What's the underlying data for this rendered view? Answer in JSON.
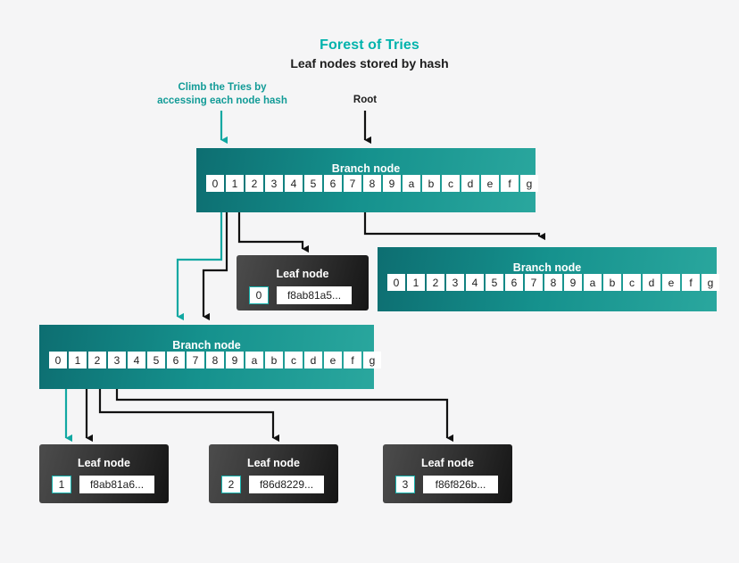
{
  "header": {
    "title": "Forest of Tries",
    "subtitle": "Leaf nodes stored by hash",
    "title_color": "#00b3ac"
  },
  "annotations": [
    {
      "id": "climb",
      "text": "Climb the Tries by\naccessing each node hash",
      "color": "#129b97"
    },
    {
      "id": "root",
      "text": "Root",
      "color": "#1d1d1d"
    }
  ],
  "palette": {
    "background": "#f5f5f6",
    "branch_teal_dark": "#0d6e71",
    "branch_teal_light": "#2aa79e",
    "leaf_dark": "#151515",
    "accent_teal": "#18b3ae",
    "wire_black": "#111111"
  },
  "branch_nodes": [
    {
      "id": "root-branch",
      "label": "Branch node",
      "cells": [
        "0",
        "1",
        "2",
        "3",
        "4",
        "5",
        "6",
        "7",
        "8",
        "9",
        "a",
        "b",
        "c",
        "d",
        "e",
        "f",
        "g"
      ]
    },
    {
      "id": "right-branch",
      "label": "Branch node",
      "cells": [
        "0",
        "1",
        "2",
        "3",
        "4",
        "5",
        "6",
        "7",
        "8",
        "9",
        "a",
        "b",
        "c",
        "d",
        "e",
        "f",
        "g"
      ]
    },
    {
      "id": "left-branch",
      "label": "Branch node",
      "cells": [
        "0",
        "1",
        "2",
        "3",
        "4",
        "5",
        "6",
        "7",
        "8",
        "9",
        "a",
        "b",
        "c",
        "d",
        "e",
        "f",
        "g"
      ]
    }
  ],
  "leaf_nodes": [
    {
      "id": "leaf-0",
      "label": "Leaf node",
      "key": "0",
      "value": "f8ab81a5..."
    },
    {
      "id": "leaf-1",
      "label": "Leaf node",
      "key": "1",
      "value": "f8ab81a6..."
    },
    {
      "id": "leaf-2",
      "label": "Leaf node",
      "key": "2",
      "value": "f86d8229..."
    },
    {
      "id": "leaf-3",
      "label": "Leaf node",
      "key": "3",
      "value": "f86f826b..."
    }
  ]
}
